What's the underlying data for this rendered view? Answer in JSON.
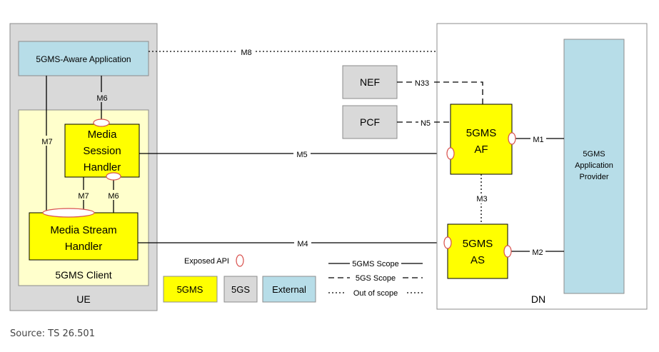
{
  "colors": {
    "ue_box": "#d9d9d9",
    "client_box": "#ffffcc",
    "gms_yellow": "#ffff00",
    "app_blue": "#b7dde8",
    "nf_gray": "#d9d9d9",
    "api_red": "#d9534f",
    "line": "#000000"
  },
  "ue": {
    "label": "UE",
    "aware_app": "5GMS-Aware Application",
    "client": {
      "label": "5GMS Client",
      "msh": [
        "Media",
        "Session",
        "Handler"
      ],
      "mst": [
        "Media Stream",
        "Handler"
      ]
    }
  },
  "dn": {
    "label": "DN",
    "af": [
      "5GMS",
      "AF"
    ],
    "as": [
      "5GMS",
      "AS"
    ],
    "provider": [
      "5GMS",
      "Application",
      "Provider"
    ]
  },
  "core": {
    "nef": "NEF",
    "pcf": "PCF"
  },
  "interfaces": {
    "m1": "M1",
    "m2": "M2",
    "m3": "M3",
    "m4": "M4",
    "m5": "M5",
    "m6": "M6",
    "m7": "M7",
    "m8": "M8",
    "n33": "N33",
    "n5": "N5"
  },
  "legend": {
    "exposed_api": "Exposed API",
    "gms": "5GMS",
    "gs": "5GS",
    "external": "External",
    "scope_5gms": "5GMS Scope",
    "scope_5gs": "5GS Scope",
    "scope_out": "Out of scope"
  },
  "footer": "Source: TS 26.501"
}
